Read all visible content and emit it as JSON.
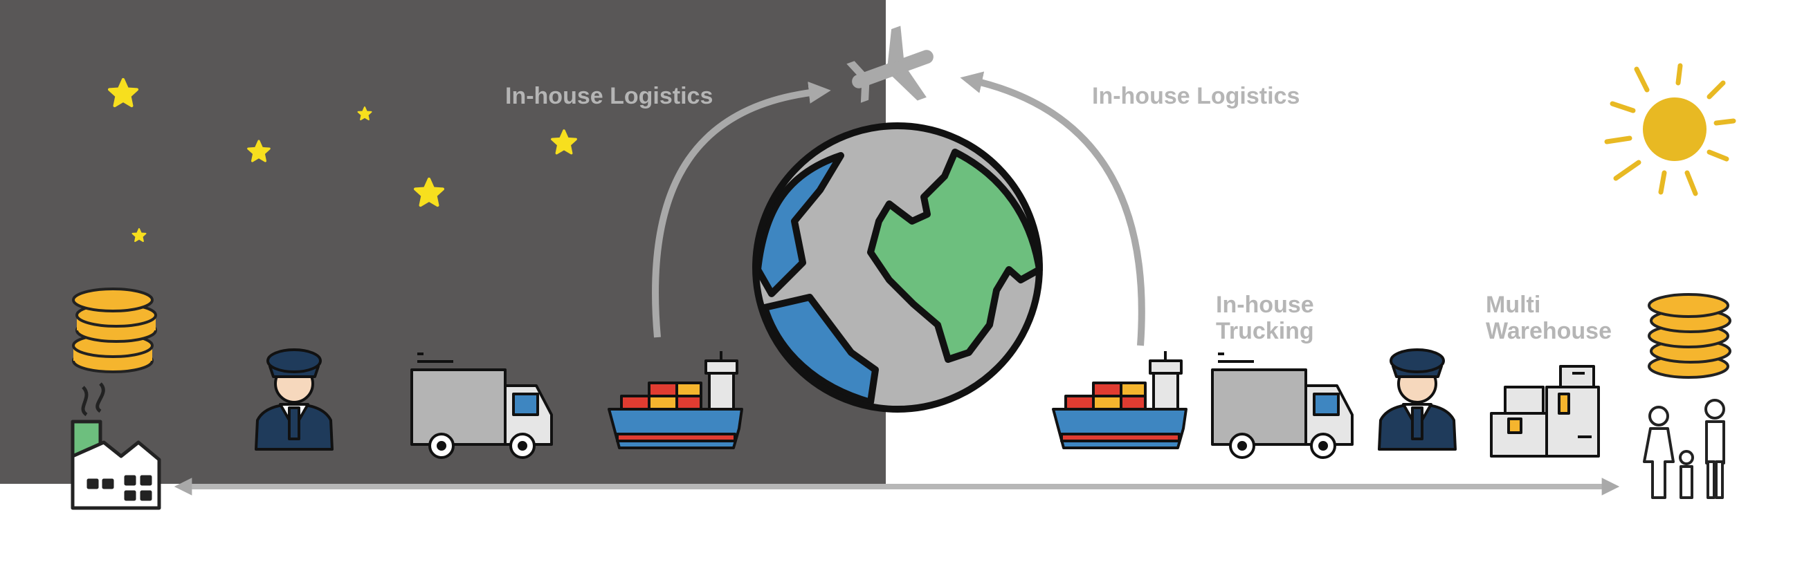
{
  "labels": {
    "inhouse_logistics_left": "In-house Logistics",
    "inhouse_logistics_right": "In-house Logistics",
    "inhouse_trucking": [
      "In-house",
      "Trucking"
    ],
    "multi_warehouse": [
      "Multi",
      "Warehouse"
    ]
  },
  "icons": [
    "factory-icon",
    "coins-icon",
    "officer-icon",
    "truck-icon",
    "cargo-ship-icon",
    "globe-icon",
    "airplane-icon",
    "sun-icon",
    "star-icon",
    "warehouse-boxes-icon",
    "family-icon"
  ],
  "colors": {
    "night": "#595757",
    "day": "#ffffff",
    "arrow": "#a9a9a9",
    "label": "#b5b5b5",
    "star": "#f7df1e",
    "sun": "#e8b923",
    "coin": "#f5b52e",
    "ocean": "#3e86c1",
    "land": "#6dbf7e",
    "globe_base": "#b4b4b4",
    "officer_uniform": "#1f3b5b"
  }
}
